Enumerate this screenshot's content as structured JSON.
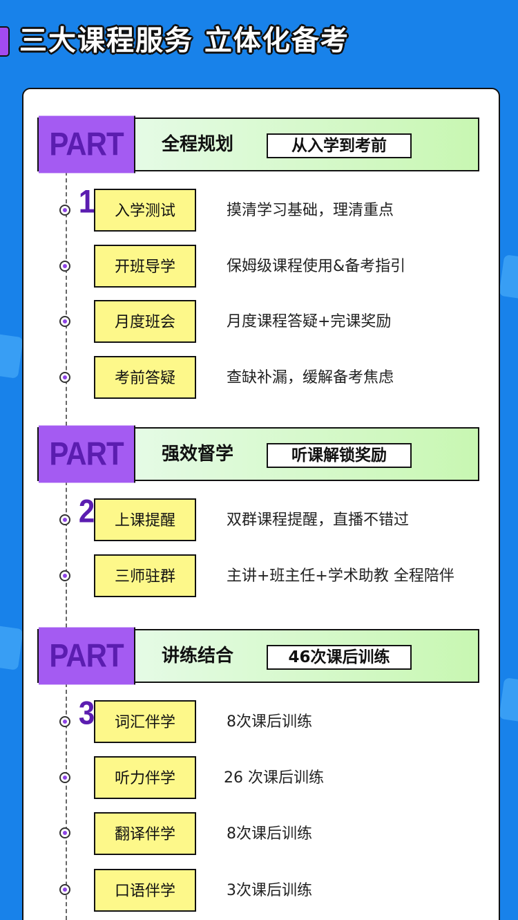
{
  "header": {
    "title": "三大课程服务  立体化备考"
  },
  "parts": [
    {
      "label": "PART 1",
      "name": "全程规划",
      "tag": "从入学到考前",
      "items": [
        {
          "label": "入学测试",
          "desc": "摸清学习基础，理清重点"
        },
        {
          "label": "开班导学",
          "desc": "保姆级课程使用&备考指引"
        },
        {
          "label": "月度班会",
          "desc": "月度课程答疑+完课奖励"
        },
        {
          "label": "考前答疑",
          "desc": "查缺补漏，缓解备考焦虑"
        }
      ]
    },
    {
      "label": "PART 2",
      "name": "强效督学",
      "tag": "听课解锁奖励",
      "items": [
        {
          "label": "上课提醒",
          "desc": "双群课程提醒，直播不错过"
        },
        {
          "label": "三师驻群",
          "desc": "主讲+班主任+学术助教 全程陪伴"
        }
      ]
    },
    {
      "label": "PART 3",
      "name": "讲练结合",
      "tag": "46次课后训练",
      "items": [
        {
          "label": "词汇伴学",
          "desc": "8次课后训练"
        },
        {
          "label": "听力伴学",
          "desc": "26 次课后训练"
        },
        {
          "label": "翻译伴学",
          "desc": "8次课后训练"
        },
        {
          "label": "口语伴学",
          "desc": "3次课后训练"
        }
      ]
    }
  ],
  "colors": {
    "background": "#1882ea",
    "part_label": "#a45bf2",
    "item_label": "#fdf88a",
    "dot": "#8e44e6"
  }
}
